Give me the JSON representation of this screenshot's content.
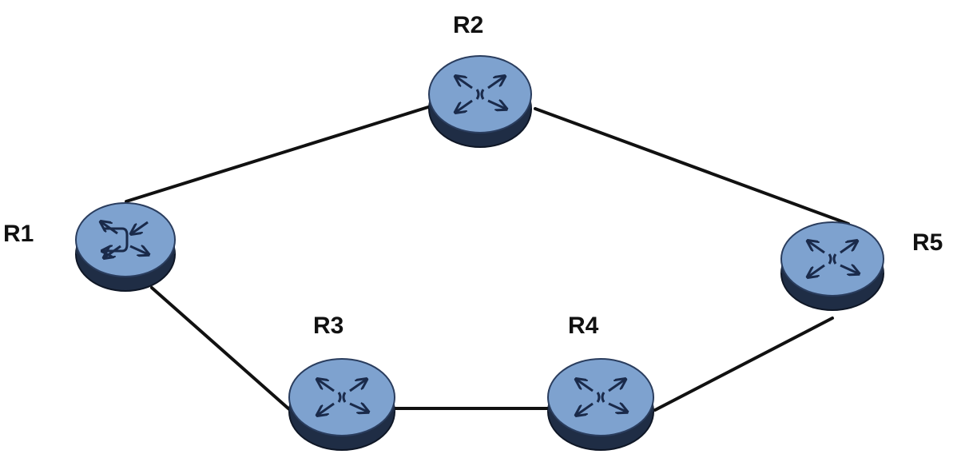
{
  "routers": [
    {
      "id": "R1",
      "label": "R1",
      "icon": "router-icon"
    },
    {
      "id": "R2",
      "label": "R2",
      "icon": "router-icon"
    },
    {
      "id": "R3",
      "label": "R3",
      "icon": "router-icon"
    },
    {
      "id": "R4",
      "label": "R4",
      "icon": "router-icon"
    },
    {
      "id": "R5",
      "label": "R5",
      "icon": "router-icon"
    }
  ],
  "links": [
    {
      "from": "R1",
      "to": "R2"
    },
    {
      "from": "R2",
      "to": "R5"
    },
    {
      "from": "R1",
      "to": "R3"
    },
    {
      "from": "R3",
      "to": "R4"
    },
    {
      "from": "R4",
      "to": "R5"
    }
  ],
  "colors": {
    "router_top": "#7ea2cf",
    "router_side": "#1f2d45",
    "router_outline": "#0f1726",
    "arrow": "#1a2a4a",
    "link": "#111111"
  }
}
